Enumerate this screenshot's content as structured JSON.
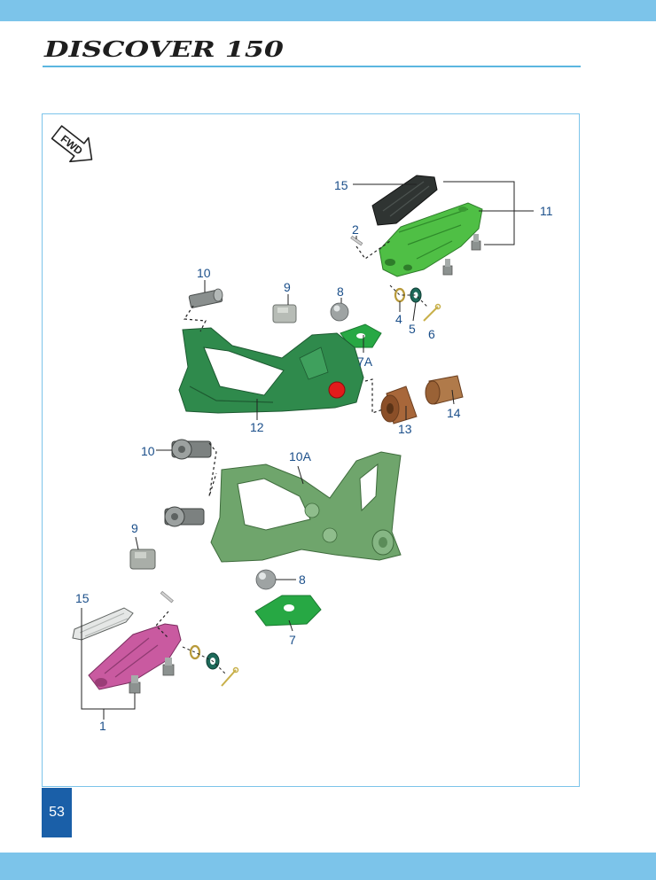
{
  "header": {
    "logo_text": "DISCOVER 150"
  },
  "page_number": "53",
  "fwd_label": "FWD",
  "callouts": {
    "c15_top": "15",
    "c11": "11",
    "c2": "2",
    "c10_top": "10",
    "c9_top": "9",
    "c8_top": "8",
    "c4": "4",
    "c5": "5",
    "c6": "6",
    "c7A": "7A",
    "c12": "12",
    "c13": "13",
    "c14": "14",
    "c10_mid": "10",
    "c10A": "10A",
    "c9_low": "9",
    "c8_low": "8",
    "c7": "7",
    "c15_low": "15",
    "c1": "1"
  },
  "colors": {
    "band": "#7cc4ea",
    "callout_text": "#1b4f8a",
    "page_badge": "#1a5fa8",
    "bright_green": "#4fbf45",
    "dark_green": "#2f8a4c",
    "grey_green": "#6fa56c",
    "pink": "#c95aa0",
    "bronze": "#a8673a",
    "red_cap": "#e21b1b",
    "rubber": "#2f3432"
  }
}
